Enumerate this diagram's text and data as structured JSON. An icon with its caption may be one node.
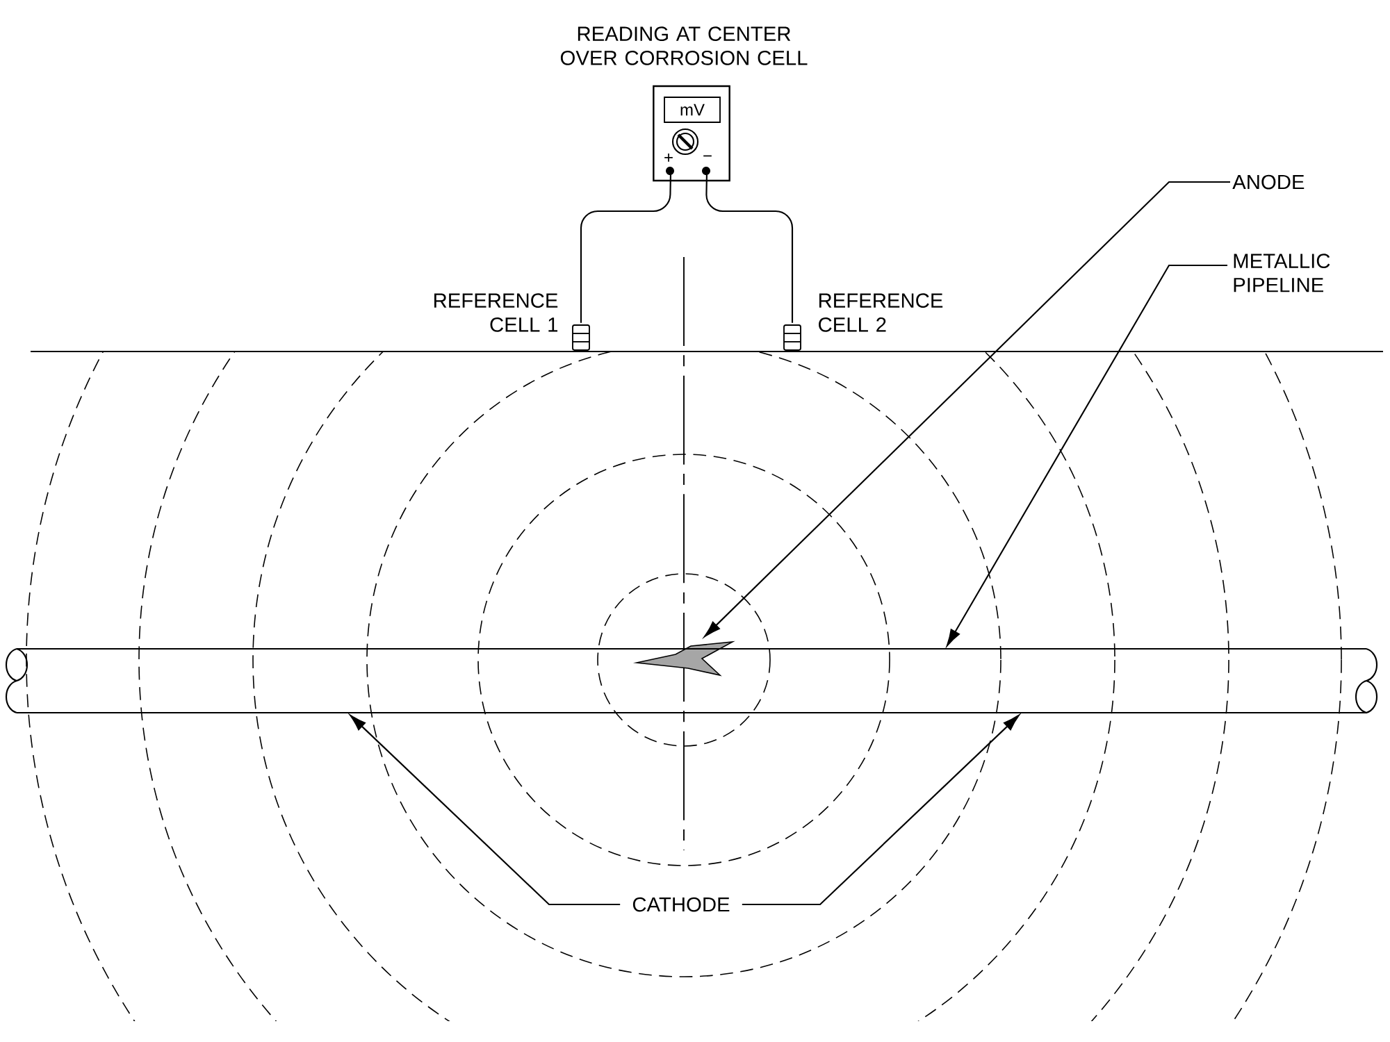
{
  "diagram": {
    "nodes": [
      {
        "text": [
          "mV"
        ],
        "beside": [
          "READING AT CENTER OVER CORROSION CELL"
        ]
      },
      {
        "text": [],
        "shape": "cylinder",
        "beside": [
          "REFERENCE CELL 1"
        ]
      },
      {
        "text": [],
        "shape": "cylinder",
        "beside": [
          "REFERENCE CELL 2"
        ]
      },
      {
        "text": [
          "ANODE"
        ]
      },
      {
        "text": [],
        "shape": "star"
      },
      {
        "text": [
          "METALLIC PIPELINE"
        ]
      },
      {
        "text": [],
        "shape": "cylinder"
      },
      {
        "text": [
          "CATHODE"
        ]
      }
    ],
    "edges": [
      {
        "from": 0,
        "to": 1,
        "arrow": "none"
      },
      {
        "from": 0,
        "to": 2,
        "arrow": "none"
      },
      {
        "from": 3,
        "to": 4,
        "arrow": "to"
      },
      {
        "from": 5,
        "to": 6,
        "arrow": "to"
      },
      {
        "from": 7,
        "to": 6,
        "arrow": "to"
      },
      {
        "from": 7,
        "to": 6,
        "arrow": "to"
      }
    ],
    "labels": [
      "+",
      "−"
    ]
  }
}
